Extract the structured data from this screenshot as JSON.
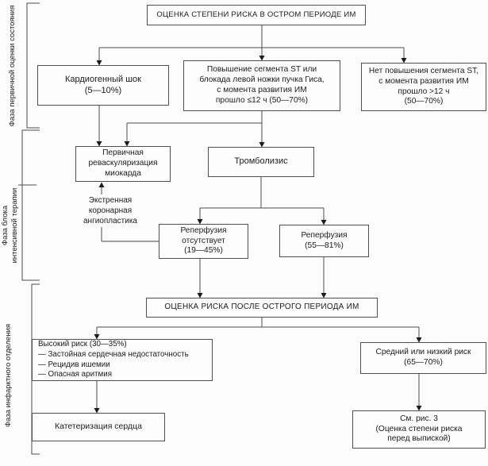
{
  "diagram": {
    "phase_labels": [
      {
        "id": "phase1",
        "label": "Фаза первичной оценки состояния"
      },
      {
        "id": "phase2",
        "label": "Фаза блока\nинтенсивной терапии"
      },
      {
        "id": "phase3",
        "label": "Фаза инфарктного отделения"
      }
    ],
    "nodes": {
      "title_acute": "ОЦЕНКА СТЕПЕНИ РИСКА В ОСТРОМ ПЕРИОДЕ ИМ",
      "cardiogenic_shock": "Кардиогенный шок\n(5—10%)",
      "st_elevation": "Повышение сегмента ST или\nблокада левой ножки пучка Гиса,\nс момента развития ИМ\nпрошло ≤12 ч (50—70%)",
      "no_st_elevation": "Нет повышения сегмента ST,\nс момента развития ИМ\nпрошло >12 ч\n(50—70%)",
      "primary_revascularization": "Первичная\nреваскуляризация\nмиокарда",
      "thrombolysis": "Тромболизис",
      "emergency_angioplasty": "Экстренная\nкоронарная\nангиопластика",
      "no_reperfusion": "Реперфузия\nотсутствует\n(19—45%)",
      "reperfusion": "Реперфузия\n(55—81%)",
      "title_post": "ОЦЕНКА РИСКА ПОСЛЕ ОСТРОГО ПЕРИОДА ИМ",
      "high_risk": "Высокий риск (30—35%)\n— Застойная сердечная недостаточность\n— Рецидив ишемии\n— Опасная аритмия",
      "medium_low_risk": "Средний или низкий риск\n(65—70%)",
      "catheterization": "Катетеризация сердца",
      "see_fig3": "См. рис. 3\n(Оценка степени риска\nперед выпиской)"
    },
    "colors": {
      "line": "#4d4d4d",
      "box_border": "#4f4f4f",
      "text": "#1b1b1b",
      "background": "#fcfcfc"
    }
  }
}
